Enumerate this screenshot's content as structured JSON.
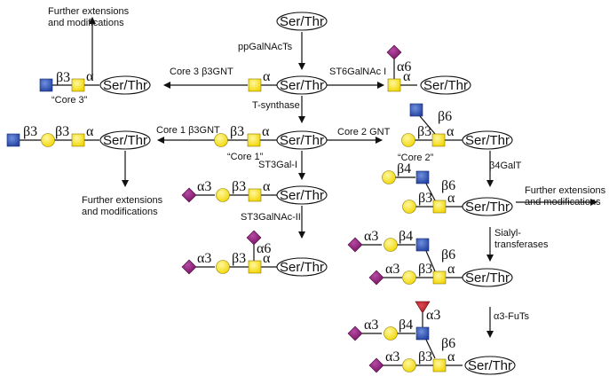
{
  "colors": {
    "galnac": "#f2d600",
    "gal": "#f4e100",
    "glcnac": "#2f58b8",
    "sia": "#8b1a7a",
    "fuc": "#c21e2a",
    "line": "#111111"
  },
  "aglycone": "Ser/Thr",
  "links": {
    "alpha": "α",
    "alpha6": "α6",
    "beta3": "β3",
    "beta4": "β4",
    "beta6": "β6",
    "alpha3": "α3"
  },
  "enzymes": {
    "ppgalnacts": "ppGalNAcTs",
    "st6galnac1": "ST6GalNAc I",
    "core3_b3gnt": "Core 3 β3GNT",
    "t_synthase": "T-synthase",
    "core1_b3gnt": "Core 1 β3GNT",
    "core2_gnt": "Core 2 GNT",
    "st3gal1": "ST3Gal-I",
    "st3galnac2": "ST3GalNAc-II",
    "b4galt": "β4GalT",
    "sialyl_1": "Sialyl-",
    "sialyl_2": "transferases",
    "a3futs": "α3-FuTs"
  },
  "cores": {
    "core1": "“Core 1”",
    "core2": "“Core 2”",
    "core3": "“Core 3”"
  },
  "further": {
    "line1": "Further extensions",
    "line2": "and modifications"
  }
}
